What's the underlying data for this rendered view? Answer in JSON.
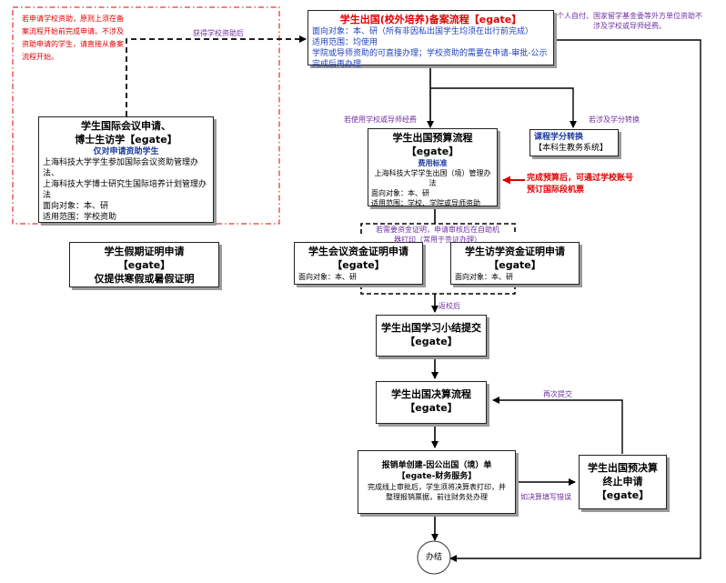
{
  "colors": {
    "title_red": "#e00000",
    "body_blue": "#1f3fbf",
    "label_purple": "#7030a0"
  },
  "top_note": "若申请学校资助，原则上须在备案流程开始前完成申请。不涉及资助申请的学生，请直接从备案流程开始。",
  "right_note": "个人自付、国家留学基金委等外方单位资助不涉及学校或导师经费。",
  "main": {
    "title": "学生出国(校外培养)备案流程【egate】",
    "lines": [
      "面向对象：本、研（所有非因私出国学生均须在出行前完成）",
      "适用范围：均使用",
      "学院或导师资助的可直接办理；学校资助的需要在申请-审批-公示完成后再办理"
    ]
  },
  "conf": {
    "title1": "学生国际会议申请、",
    "title2": "博士生访学【egate】",
    "subtitle": "仅对申请资助学生",
    "lines": [
      "上海科技大学学生参加国际会议资助管理办法、",
      "上海科技大学博士研究生国际培养计划管理办法",
      "面向对象：本、研",
      "适用范围：学校资助"
    ]
  },
  "holiday": {
    "title1": "学生假期证明申请",
    "title2": "【egate】",
    "title3": "仅提供寒假或暑假证明"
  },
  "budget": {
    "title1": "学生出国预算流程",
    "title2": "【egate】",
    "subtitle": "费用标准",
    "lines": [
      "上海科技大学学生出国（境）管理办法",
      "面向对象：本、研",
      "适用范围：学校、学院或导师资助"
    ]
  },
  "credit": {
    "title": "课程学分转换",
    "line": "【本科生教务系统】"
  },
  "ticket_note": "完成预算后，可通过学校账号预订国际段机票",
  "fund_conf": {
    "title1": "学生会议资金证明申请",
    "title2": "【egate】",
    "line": "面向对象：本、研"
  },
  "fund_visit": {
    "title1": "学生访学资金证明申请",
    "title2": "【egate】",
    "line": "面向对象：本、研"
  },
  "summary": {
    "title1": "学生出国学习小结提交",
    "title2": "【egate】"
  },
  "final": {
    "title1": "学生出国决算流程",
    "title2": "【egate】"
  },
  "reimb": {
    "title1": "报销单创建-因公出国（境）单",
    "title2": "【egate-财务服务】",
    "lines": [
      "完成线上审批后，学生须将决算表打印，并",
      "整理报销票据，前往财务处办理"
    ]
  },
  "terminate": {
    "title1": "学生出国预决算",
    "title2": "终止申请",
    "title3": "【egate】"
  },
  "end": {
    "label": "办结"
  },
  "labels": {
    "get_funding": "获得学校资助后",
    "use_funds": "若使用学校或导师经费",
    "if_credit": "若涉及学分转换",
    "fund_proof": "若需要资金证明，申请审核后在自助机器打印（常用于签证办理）",
    "returned": "返校后",
    "resubmit": "再次提交",
    "error": "如决算填写错误"
  }
}
